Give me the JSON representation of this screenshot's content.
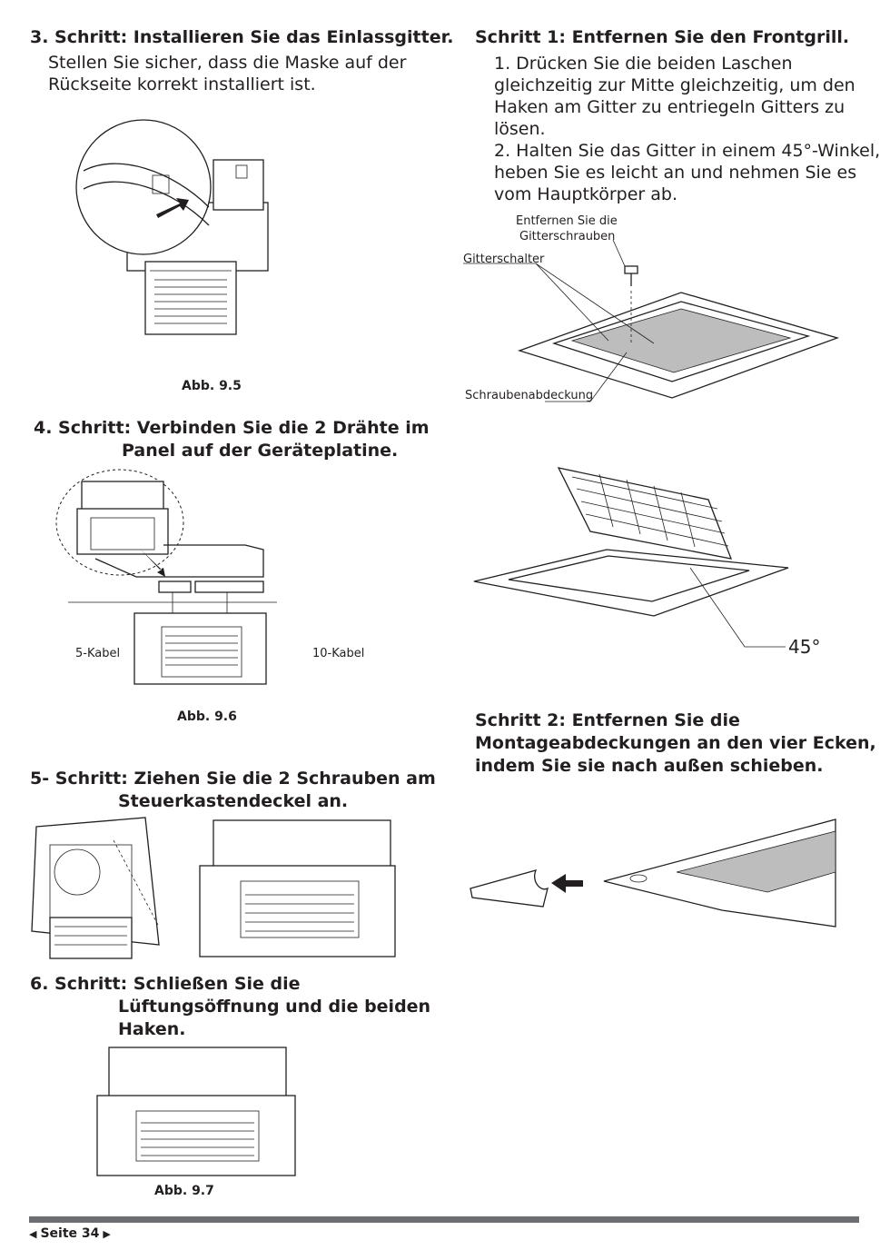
{
  "left": {
    "step3": {
      "heading": "3. Schritt: Installieren Sie das Einlassgitter.",
      "line1": "Stellen Sie sicher, dass die Maske auf der",
      "line2": "Rückseite korrekt installiert ist.",
      "caption": "Abb. 9.5"
    },
    "step4": {
      "heading_line1": "4. Schritt: Verbinden Sie die 2 Drähte im",
      "heading_line2": "Panel auf der Geräteplatine.",
      "label_left": "5-Kabel",
      "label_right": "10-Kabel",
      "caption": "Abb. 9.6"
    },
    "step5": {
      "heading_line1": "5- Schritt: Ziehen Sie die 2 Schrauben am",
      "heading_line2": "Steuerkastendeckel an."
    },
    "step6": {
      "heading_line1": "6. Schritt: Schließen Sie die",
      "heading_line2": "Lüftungsöffnung und die beiden",
      "heading_line3": "Haken.",
      "caption": "Abb. 9.7"
    }
  },
  "right": {
    "step1": {
      "heading": "Schritt 1: Entfernen Sie den Frontgrill.",
      "l1": "1. Drücken Sie die beiden Laschen",
      "l2": "gleichzeitig zur Mitte gleichzeitig, um den",
      "l3": "Haken am Gitter zu entriegeln Gitters zu",
      "l4": "lösen.",
      "l5": "2. Halten Sie das Gitter in einem 45°-Winkel,",
      "l6": "heben Sie es leicht an und nehmen Sie es",
      "l7": "vom Hauptkörper ab.",
      "label_screws_1": "Entfernen Sie die",
      "label_screws_2": "Gitterschrauben",
      "label_switch": "Gitterschalter",
      "label_cover": "Schraubenabdeckung",
      "angle": "45°"
    },
    "step2": {
      "heading_line1": "Schritt 2: Entfernen Sie die",
      "heading_line2": "Montageabdeckungen an den vier Ecken,",
      "heading_line3": "indem Sie sie nach außen schieben."
    }
  },
  "footer": {
    "page": "Seite 34",
    "prev_icon": "triangle-left-icon",
    "next_icon": "triangle-right-icon"
  }
}
